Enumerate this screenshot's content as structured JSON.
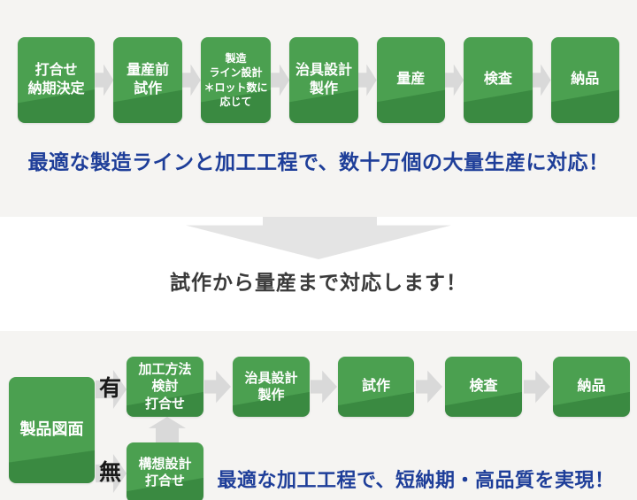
{
  "colors": {
    "section_bg": "#F5F4F2",
    "middle_bg": "#FFFFFF",
    "box_green_light": "#4BA050",
    "box_green_dark": "#3A8A41",
    "box_text": "#FFFFFF",
    "arrow_gray": "#D9D9D9",
    "big_arrow_gray": "#E4E4E4",
    "headline_blue": "#1E3E99",
    "headline_dark": "#3A3A3A"
  },
  "top_section": {
    "steps": [
      "打合せ\n納期決定",
      "量産前\n試作",
      "製造\nライン設計\n＊ロット数に\n応じて",
      "治具設計\n製作",
      "量産",
      "検査",
      "納品"
    ],
    "headline": "最適な製造ラインと加工工程で、数十万個の大量生産に対応！"
  },
  "middle_section": {
    "headline": "試作から量産まで対応します！"
  },
  "bottom_section": {
    "source_box": "製品図面",
    "branch_yes": "有",
    "branch_no": "無",
    "yes_box": "加工方法\n検討\n打合せ",
    "no_box": "構想設計\n打合せ",
    "steps": [
      "治具設計\n製作",
      "試作",
      "検査",
      "納品"
    ],
    "headline": "最適な加工工程で、短納期・高品質を実現！"
  }
}
